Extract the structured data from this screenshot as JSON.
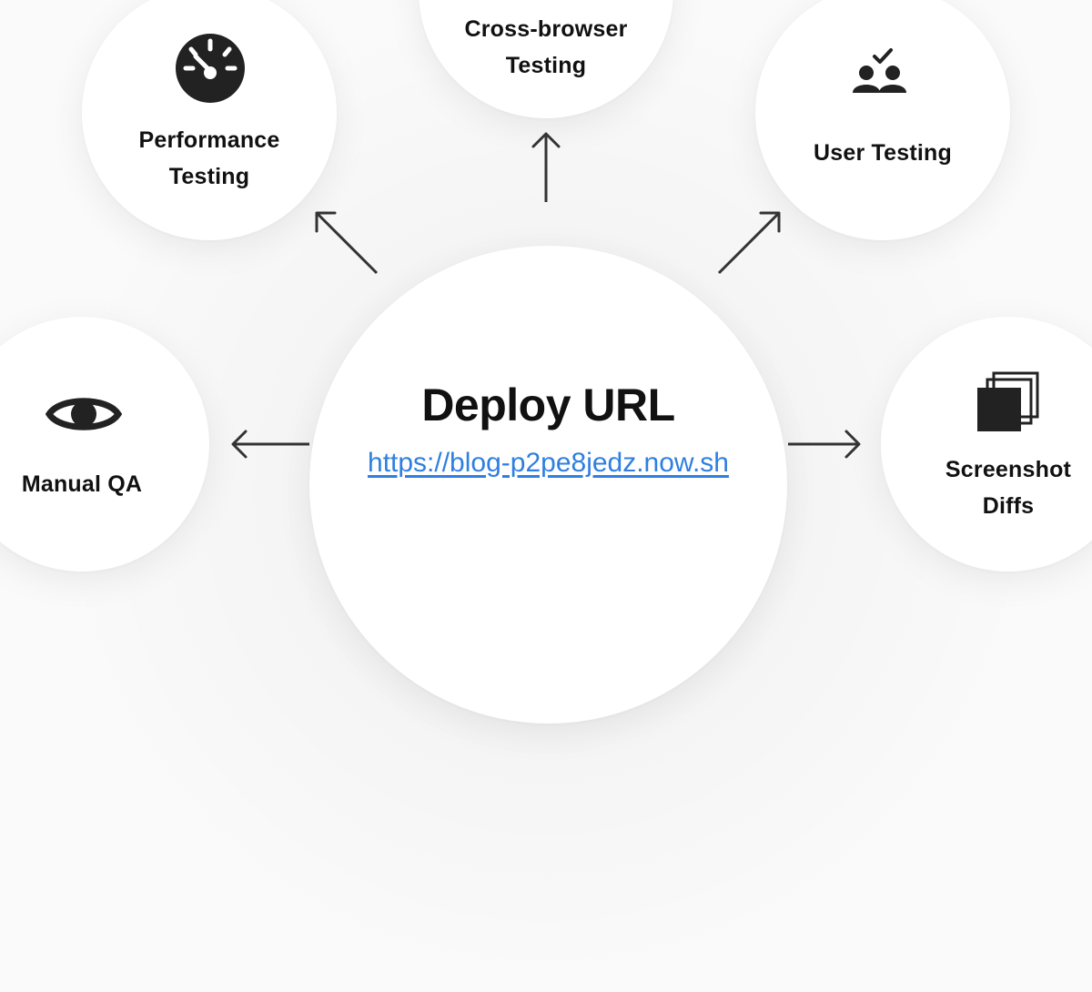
{
  "center": {
    "title": "Deploy URL",
    "url": "https://blog-p2pe8jedz.now.sh",
    "url_color": "#2f7fe0"
  },
  "nodes": {
    "cross_browser": {
      "label": "Cross-browser\nTesting"
    },
    "performance": {
      "label": "Performance\nTesting",
      "icon": "speedometer-icon"
    },
    "user_testing": {
      "label": "User Testing",
      "icon": "users-check-icon"
    },
    "manual_qa": {
      "label": "Manual QA",
      "icon": "eye-icon"
    },
    "screenshot_diffs": {
      "label": "Screenshot\nDiffs",
      "icon": "stacked-squares-icon"
    }
  },
  "colors": {
    "arrow": "#333333",
    "icon": "#222222",
    "background": "#fafafa"
  }
}
